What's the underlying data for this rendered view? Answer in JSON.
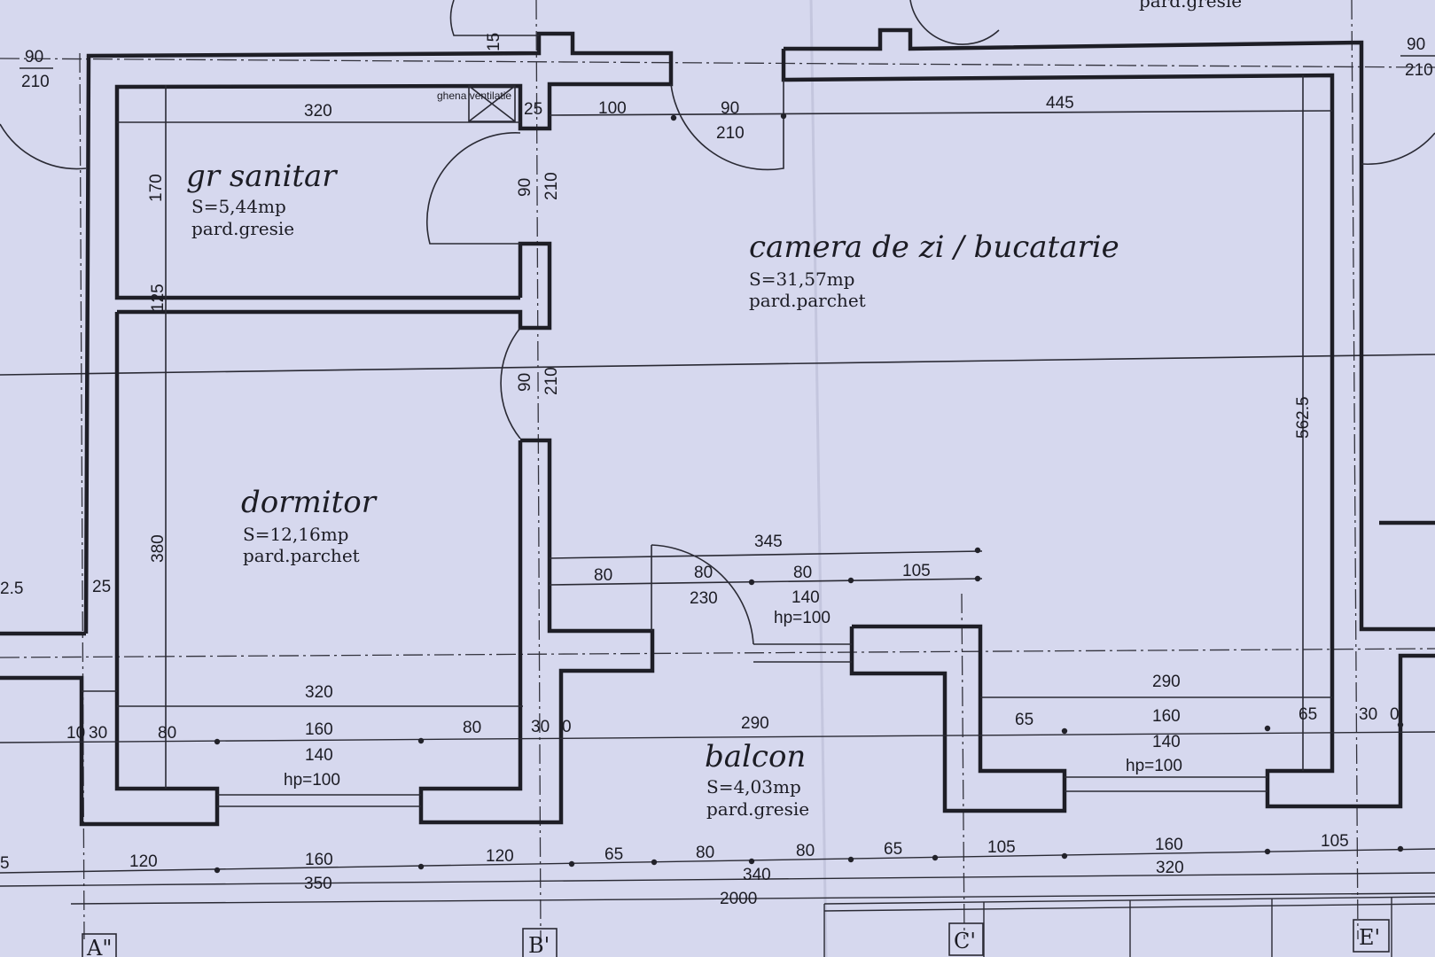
{
  "rooms": {
    "sanitar": {
      "name": "gr sanitar",
      "area": "S=5,44mp",
      "floor": "pard.gresie"
    },
    "living": {
      "name": "camera de zi / bucatarie",
      "area": "S=31,57mp",
      "floor": "pard.parchet"
    },
    "bedroom": {
      "name": "dormitor",
      "area": "S=12,16mp",
      "floor": "pard.parchet"
    },
    "balcony": {
      "name": "balcon",
      "area": "S=4,03mp",
      "floor": "pard.gresie"
    }
  },
  "labels": {
    "ventilation": "ghena ventilatie",
    "top_partial": "pard.gresie"
  },
  "dimensions": {
    "d_15": "15",
    "d_90a": "90",
    "d_210a": "210",
    "d_320top": "320",
    "d_25top": "25",
    "d_100": "100",
    "d_90b": "90",
    "d_210b": "210",
    "d_445": "445",
    "d_90c": "90",
    "d_210c": "210",
    "d_170": "170",
    "d_90door1": "90",
    "d_210door1": "210",
    "d_125": "125",
    "d_90door2": "90",
    "d_210door2": "210",
    "d_5625": "562.5",
    "d_380": "380",
    "d_345": "345",
    "d_80a": "80",
    "d_80b": "80",
    "d_80c": "80",
    "d_105a": "105",
    "d_230": "230",
    "d_140a": "140",
    "d_hp1": "hp=100",
    "d_25left": "25",
    "d_25partial": "2.5",
    "d_320mid": "320",
    "d_10a": "10",
    "d_30a": "30",
    "d_80d": "80",
    "d_160a": "160",
    "d_80e": "80",
    "d_140b": "140",
    "d_hp2": "hp=100",
    "d_30b": "30",
    "d_0a": "0",
    "d_290a": "290",
    "d_290b": "290",
    "d_65a": "65",
    "d_160b": "160",
    "d_65b": "65",
    "d_140c": "140",
    "d_hp3": "hp=100",
    "d_30c": "30",
    "d_0b": "0",
    "d_5": "5",
    "d_120a": "120",
    "d_160c": "160",
    "d_120b": "120",
    "d_65c": "65",
    "d_80f": "80",
    "d_80g": "80",
    "d_65d": "65",
    "d_105b": "105",
    "d_160d": "160",
    "d_105c": "105",
    "d_350": "350",
    "d_340": "340",
    "d_320bot": "320",
    "d_2000": "2000"
  },
  "axes": {
    "a": "A\"",
    "b": "B'",
    "c": "C'",
    "e": "E'"
  }
}
